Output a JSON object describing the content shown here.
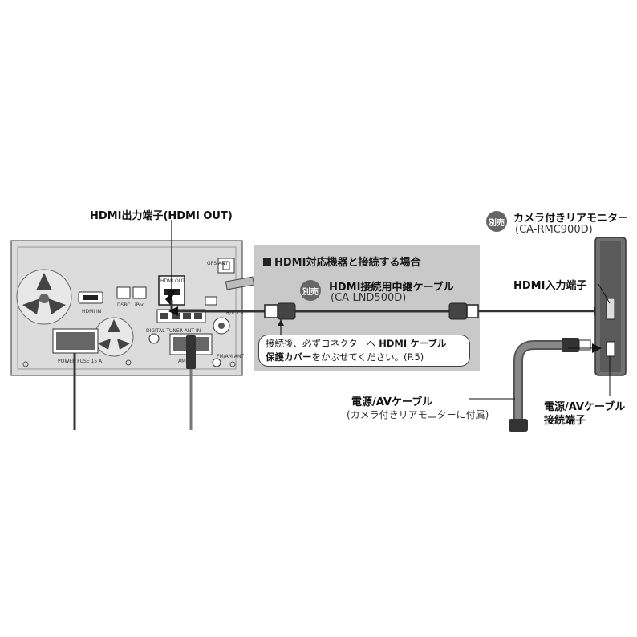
{
  "labels": {
    "hdmi_out": "HDMI出力端子(HDMI OUT)",
    "panel_title": "HDMI対応機器と接続する場合",
    "separate_badge": "別売",
    "relay_cable_name": "HDMI接続用中継ケーブル",
    "relay_cable_model": "(CA-LND500D)",
    "monitor_name": "カメラ付きリアモニター",
    "monitor_model": "(CA-RMC900D)",
    "hdmi_in": "HDMI入力端子",
    "power_av_cable": "電源/AVケーブル",
    "power_av_cable_note": "(カメラ付きリアモニターに付属)",
    "power_av_connector_line1": "電源/AVケーブル",
    "power_av_connector_line2": "接続端子"
  },
  "note": {
    "line1_prefix": "接続後、必ずコネクターへ ",
    "line1_bold": "HDMI ケーブル",
    "line2_bold": "保護カバー",
    "line2_rest": "をかぶせてください。(P.5)"
  },
  "unit_labels": {
    "gps_ant": "GPS ANT",
    "hdmi_out_small": "HDMI OUT",
    "hdmi_in_small": "HDMI IN",
    "dsrc": "DSRC",
    "ipod": "iPod",
    "digital_tuner": "DIGITAL TUNER ANT IN",
    "rv_75": "R/V 75Ω",
    "power_fuse": "POWER FUSE 15 A",
    "amp": "AMP/F",
    "fm_am": "FM/AM ANT"
  },
  "colors": {
    "panel_bg": "#c9c9c9",
    "unit_body": "#dcdcdc",
    "monitor_body": "#707070",
    "badge": "#666666",
    "cable": "#333333"
  }
}
